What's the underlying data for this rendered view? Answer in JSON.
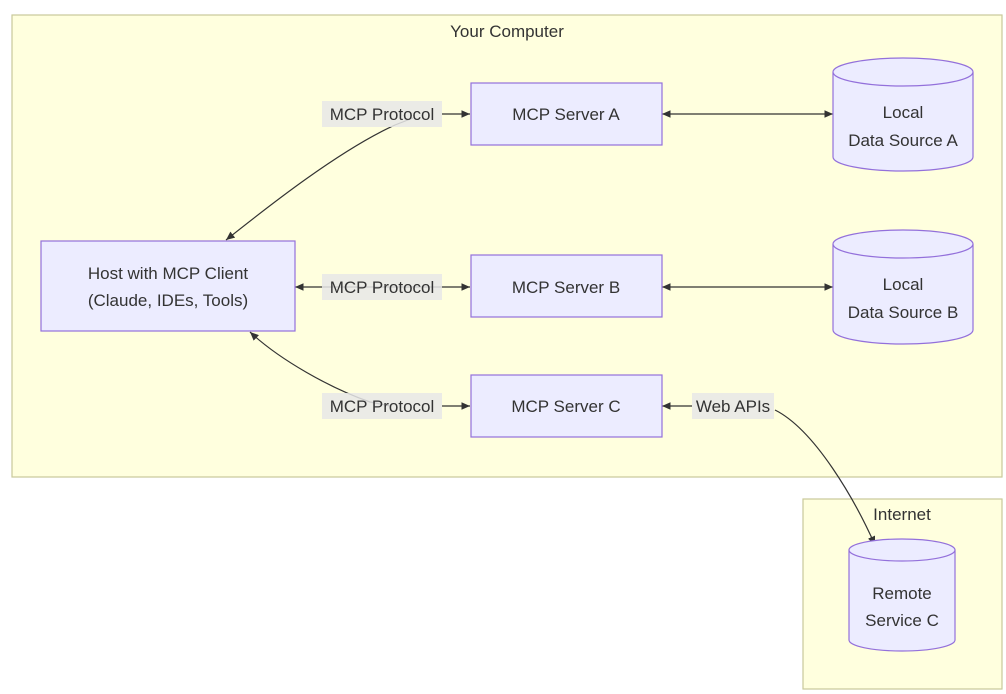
{
  "clusters": {
    "computer": {
      "title": "Your Computer"
    },
    "internet": {
      "title": "Internet"
    }
  },
  "nodes": {
    "host": {
      "line1": "Host with MCP Client",
      "line2": "(Claude, IDEs, Tools)"
    },
    "server_a": {
      "label": "MCP Server A"
    },
    "server_b": {
      "label": "MCP Server B"
    },
    "server_c": {
      "label": "MCP Server C"
    },
    "local_a": {
      "line1": "Local",
      "line2": "Data Source A"
    },
    "local_b": {
      "line1": "Local",
      "line2": "Data Source B"
    },
    "remote_c": {
      "line1": "Remote",
      "line2": "Service C"
    }
  },
  "edges": {
    "host_a": {
      "label": "MCP Protocol"
    },
    "host_b": {
      "label": "MCP Protocol"
    },
    "host_c": {
      "label": "MCP Protocol"
    },
    "c_remote": {
      "label": "Web APIs"
    }
  },
  "colors": {
    "cluster_fill": "#ffffde",
    "cluster_stroke": "#c9c99a",
    "node_fill": "#ececff",
    "node_stroke": "#9370db",
    "edge": "#333333",
    "edge_label_bg": "#e8e8e8"
  }
}
